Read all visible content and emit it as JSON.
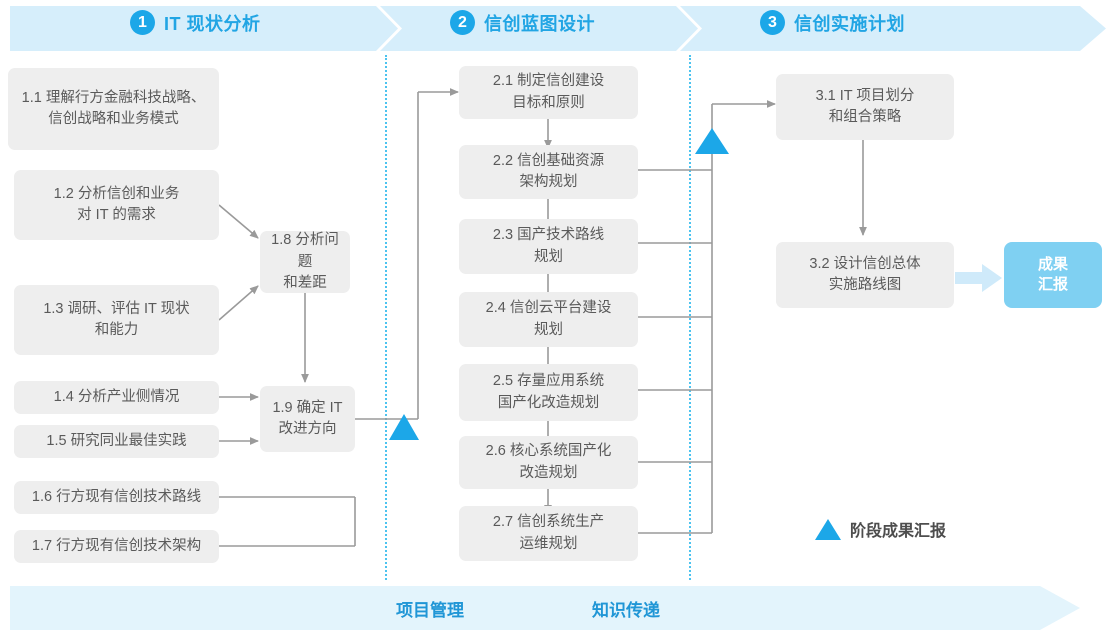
{
  "phases": [
    {
      "number": "1",
      "title": "IT 现状分析"
    },
    {
      "number": "2",
      "title": "信创蓝图设计"
    },
    {
      "number": "3",
      "title": "信创实施计划"
    }
  ],
  "phase1_tasks": [
    {
      "id": "1.1",
      "text": "1.1 理解行方金融科技战略、\n信创战略和业务模式"
    },
    {
      "id": "1.2",
      "text": "1.2 分析信创和业务\n对 IT 的需求"
    },
    {
      "id": "1.3",
      "text": "1.3 调研、评估 IT 现状\n和能力"
    },
    {
      "id": "1.4",
      "text": "1.4 分析产业侧情况"
    },
    {
      "id": "1.5",
      "text": "1.5 研究同业最佳实践"
    },
    {
      "id": "1.6",
      "text": "1.6 行方现有信创技术路线"
    },
    {
      "id": "1.7",
      "text": "1.7 行方现有信创技术架构"
    },
    {
      "id": "1.8",
      "text": "1.8 分析问题\n和差距"
    },
    {
      "id": "1.9",
      "text": "1.9 确定 IT\n改进方向"
    }
  ],
  "phase2_tasks": [
    {
      "id": "2.1",
      "text": "2.1 制定信创建设\n目标和原则"
    },
    {
      "id": "2.2",
      "text": "2.2 信创基础资源\n架构规划"
    },
    {
      "id": "2.3",
      "text": "2.3 国产技术路线\n规划"
    },
    {
      "id": "2.4",
      "text": "2.4 信创云平台建设\n规划"
    },
    {
      "id": "2.5",
      "text": "2.5 存量应用系统\n国产化改造规划"
    },
    {
      "id": "2.6",
      "text": "2.6 核心系统国产化\n改造规划"
    },
    {
      "id": "2.7",
      "text": "2.7 信创系统生产\n运维规划"
    }
  ],
  "phase3_tasks": [
    {
      "id": "3.1",
      "text": "3.1 IT 项目划分\n和组合策略"
    },
    {
      "id": "3.2",
      "text": "3.2 设计信创总体\n实施路线图"
    }
  ],
  "result": {
    "label": "成果\n汇报"
  },
  "legend": {
    "label": "阶段成果汇报"
  },
  "footer": {
    "items": [
      "项目管理",
      "知识传递"
    ]
  },
  "colors": {
    "band": "#d6eefb",
    "accent": "#1ca7e8",
    "title": "#21a5e4",
    "box_bg": "#eeeeee",
    "box_text": "#5a5a5a",
    "result_bg": "#7fd0f2",
    "footer_bg": "#e3f4fc",
    "footer_text": "#2096d6",
    "wire": "#9a9a9a",
    "dotted": "#4cc3ef"
  }
}
